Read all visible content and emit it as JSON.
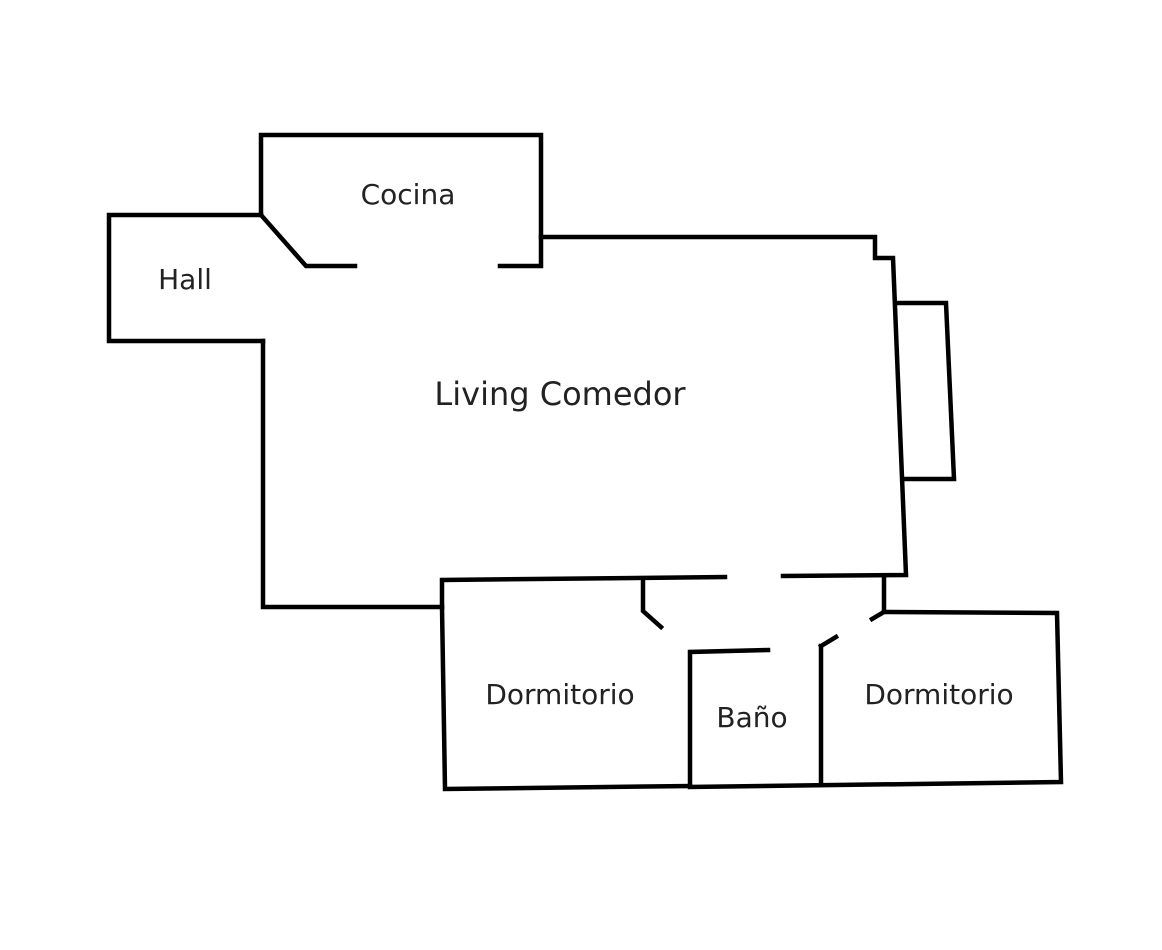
{
  "rooms": {
    "kitchen": "Cocina",
    "hall": "Hall",
    "living": "Living Comedor",
    "bedroom_left": "Dormitorio",
    "bathroom": "Baño",
    "bedroom_right": "Dormitorio"
  },
  "colors": {
    "walls": "#000000",
    "background": "#ffffff",
    "text": "#222222"
  }
}
